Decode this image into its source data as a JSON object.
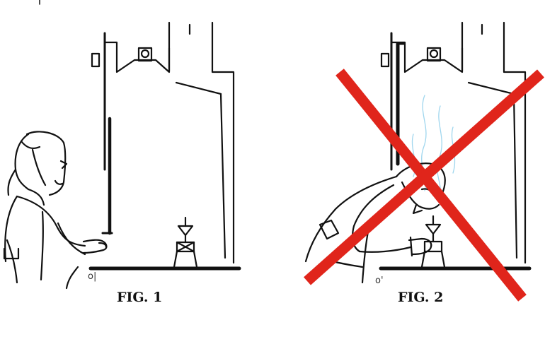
{
  "figures": [
    {
      "caption": "FIG. 1",
      "mark": "o|"
    },
    {
      "caption": "FIG. 2",
      "mark": "o'"
    }
  ],
  "colors": {
    "line": "#111111",
    "cross": "#e0251b",
    "vapor": "#9fd6ee"
  },
  "icons": [
    "fume-hood-icon",
    "person-icon",
    "flask-icon",
    "prohibited-cross-icon"
  ]
}
